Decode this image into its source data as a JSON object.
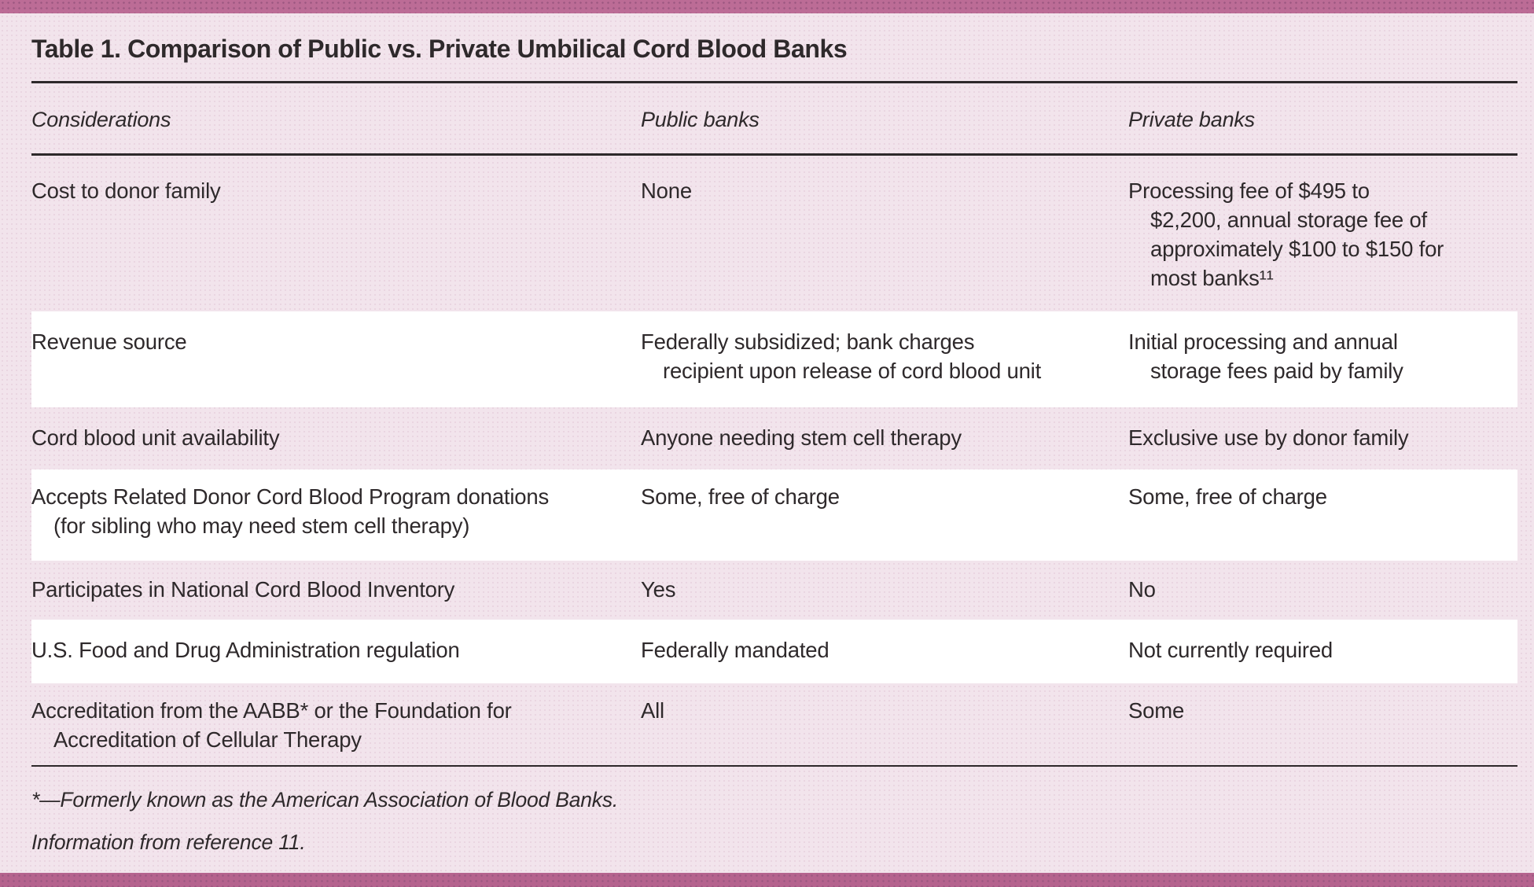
{
  "table": {
    "title": "Table 1. Comparison of Public vs. Private Umbilical Cord Blood Banks",
    "columns": [
      "Considerations",
      "Public banks",
      "Private banks"
    ],
    "rows": [
      {
        "consideration": "Cost to donor family",
        "public": "None",
        "private": "Processing fee of $495 to\n$2,200, annual storage fee of\napproximately $100 to $150 for\nmost banks¹¹"
      },
      {
        "consideration": "Revenue source",
        "public": "Federally subsidized; bank charges\nrecipient upon release of cord blood unit",
        "private": "Initial processing and annual\nstorage fees paid by family"
      },
      {
        "consideration": "Cord blood unit availability",
        "public": "Anyone needing stem cell therapy",
        "private": "Exclusive use by donor family"
      },
      {
        "consideration": "Accepts Related Donor Cord Blood Program donations\n(for sibling who may need stem cell therapy)",
        "public": "Some, free of charge",
        "private": "Some, free of charge"
      },
      {
        "consideration": "Participates in National Cord Blood Inventory",
        "public": "Yes",
        "private": "No"
      },
      {
        "consideration": "U.S. Food and Drug Administration regulation",
        "public": "Federally mandated",
        "private": "Not currently required"
      },
      {
        "consideration": "Accreditation from the AABB* or the Foundation for\nAccreditation of Cellular Therapy",
        "public": "All",
        "private": "Some"
      }
    ],
    "footnotes": [
      "*—Formerly known as the American Association of Blood Banks.",
      "Information from reference 11."
    ]
  },
  "colors": {
    "accent_bar_top": "#bc6c96",
    "accent_bar_bottom": "#b5638e",
    "table_background": "#f2e4ec",
    "row_alternate": "#ffffff",
    "text": "#2e292b"
  }
}
